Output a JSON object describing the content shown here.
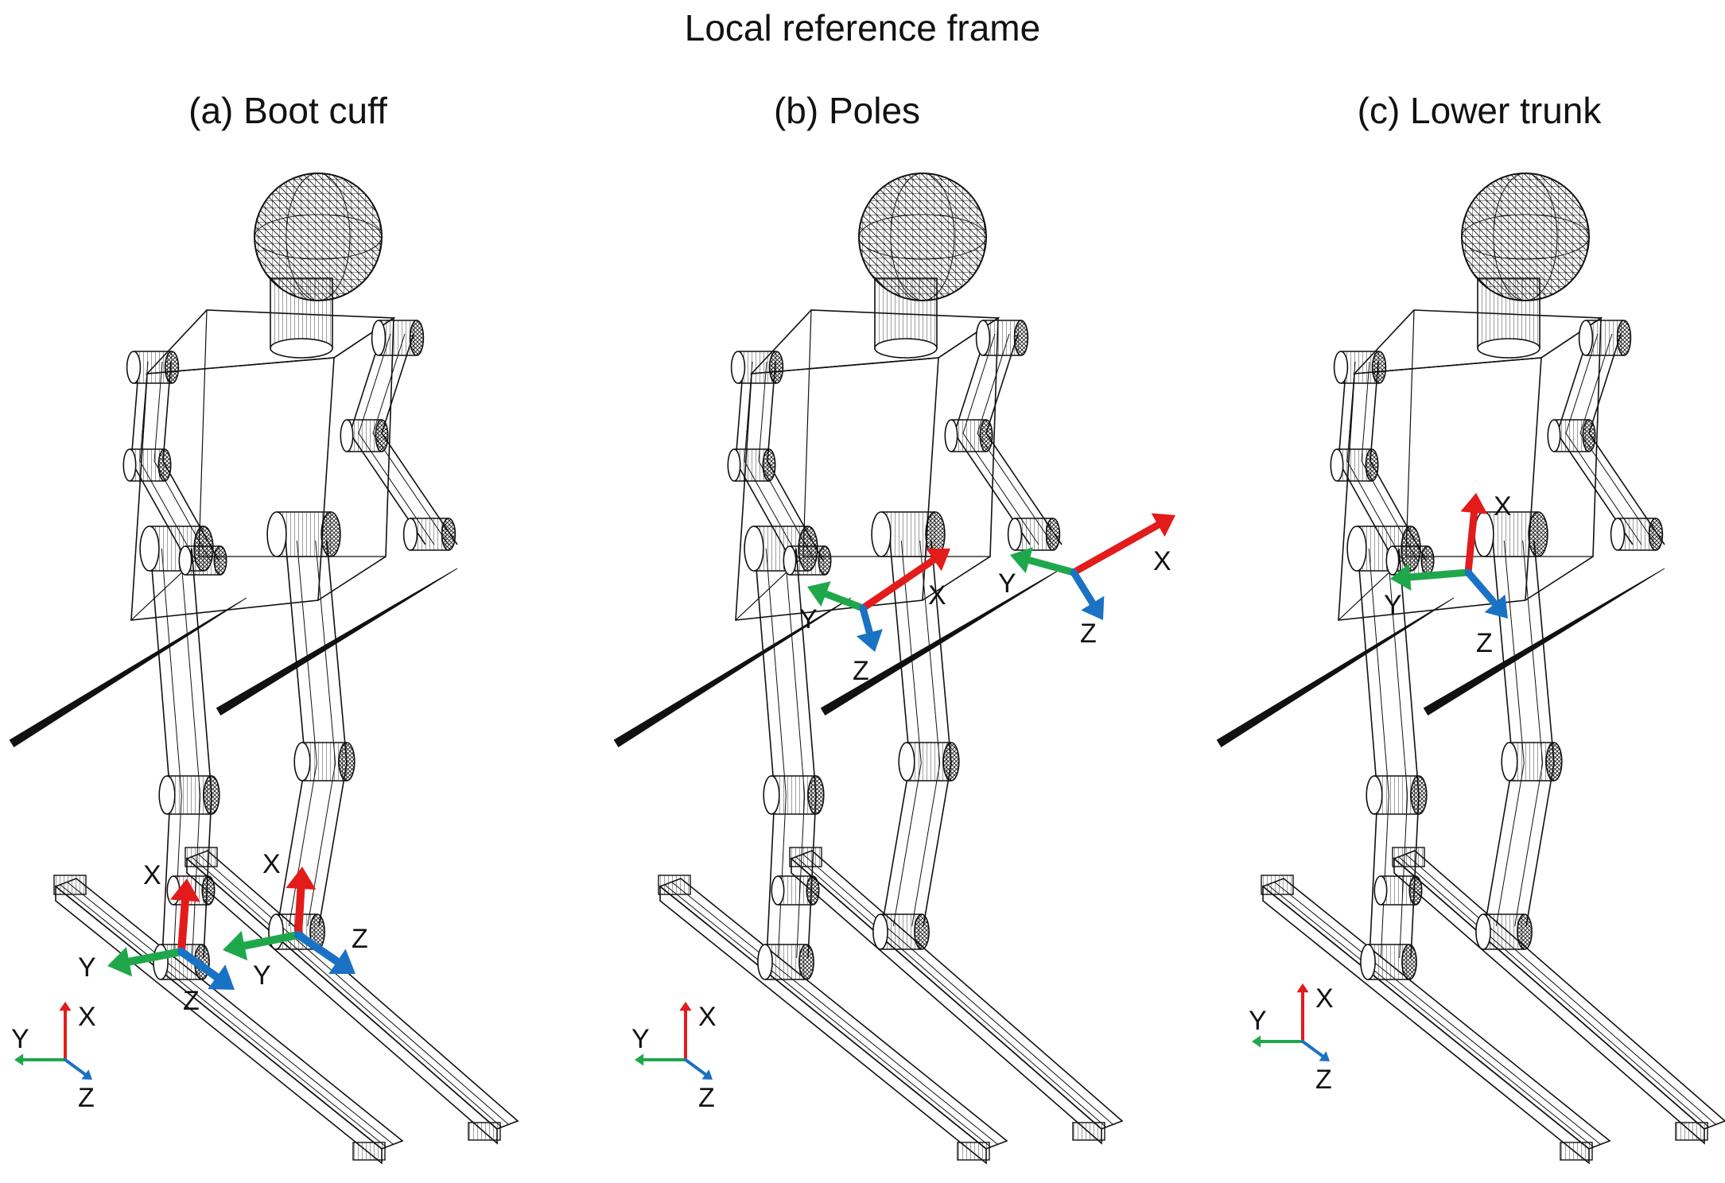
{
  "title": "Local reference frame",
  "colors": {
    "x_axis": "#e31b1b",
    "y_axis": "#1fa84b",
    "z_axis": "#1a72c4",
    "wire": "#111111"
  },
  "axis_labels": {
    "x": "X",
    "y": "Y",
    "z": "Z"
  },
  "panels": [
    {
      "id": "a",
      "label": "(a) Boot cuff"
    },
    {
      "id": "b",
      "label": "(b) Poles"
    },
    {
      "id": "c",
      "label": "(c) Lower trunk"
    }
  ]
}
